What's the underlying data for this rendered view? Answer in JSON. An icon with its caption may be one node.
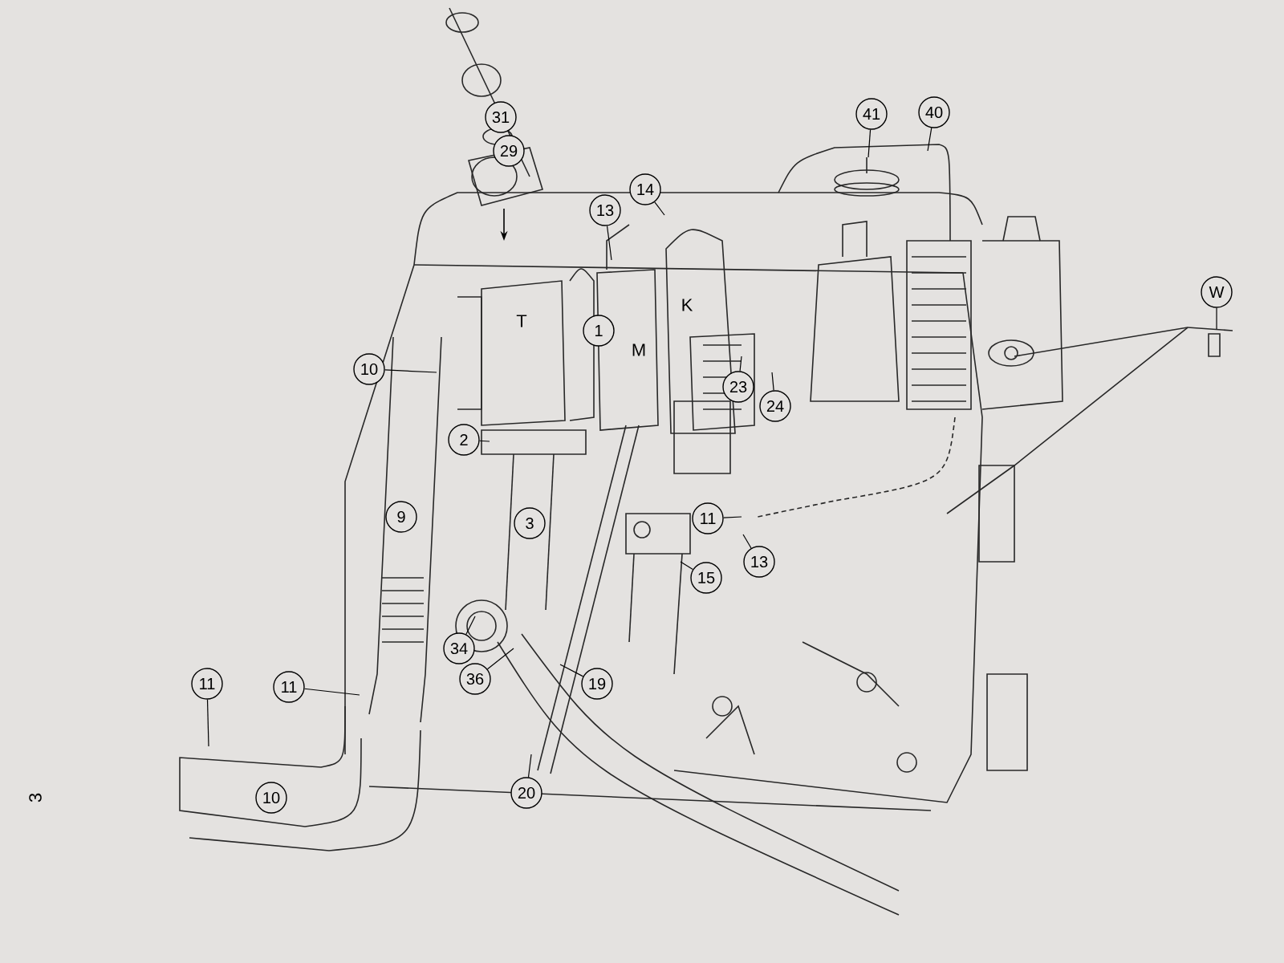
{
  "diagram": {
    "nodes": [
      {
        "text": [
          "31"
        ]
      },
      {
        "text": [
          "29"
        ]
      },
      {
        "text": [
          "41"
        ]
      },
      {
        "text": [
          "40"
        ]
      },
      {
        "text": [
          "14"
        ]
      },
      {
        "text": [
          "13"
        ]
      },
      {
        "text": [
          "W"
        ]
      },
      {
        "text": [
          "1"
        ]
      },
      {
        "text": [
          "10"
        ]
      },
      {
        "text": [
          "23"
        ]
      },
      {
        "text": [
          "24"
        ]
      },
      {
        "text": [
          "2"
        ]
      },
      {
        "text": [
          "9"
        ]
      },
      {
        "text": [
          "11"
        ]
      },
      {
        "text": [
          "3"
        ]
      },
      {
        "text": [
          "15"
        ]
      },
      {
        "text": [
          "13"
        ]
      },
      {
        "text": [
          "34"
        ]
      },
      {
        "text": [
          "36"
        ]
      },
      {
        "text": [
          "19"
        ]
      },
      {
        "text": [
          "11"
        ]
      },
      {
        "text": [
          "11"
        ]
      },
      {
        "text": [
          "10"
        ]
      },
      {
        "text": [
          "20"
        ]
      }
    ],
    "edges": [
      {
        "from": 2,
        "to": null,
        "arrow": "none"
      },
      {
        "from": 3,
        "to": null,
        "arrow": "none"
      },
      {
        "from": 4,
        "to": null,
        "arrow": "none"
      },
      {
        "from": 5,
        "to": null,
        "arrow": "none"
      },
      {
        "from": 6,
        "to": null,
        "arrow": "none"
      },
      {
        "from": 8,
        "to": null,
        "arrow": "none"
      },
      {
        "from": 9,
        "to": null,
        "arrow": "none"
      },
      {
        "from": 10,
        "to": null,
        "arrow": "none"
      },
      {
        "from": 11,
        "to": null,
        "arrow": "none"
      },
      {
        "from": 13,
        "to": null,
        "arrow": "none"
      },
      {
        "from": 15,
        "to": null,
        "arrow": "none"
      },
      {
        "from": 16,
        "to": null,
        "arrow": "none"
      },
      {
        "from": 17,
        "to": null,
        "arrow": "none"
      },
      {
        "from": 18,
        "to": null,
        "arrow": "none"
      },
      {
        "from": 19,
        "to": null,
        "arrow": "none"
      },
      {
        "from": 20,
        "to": null,
        "arrow": "none"
      },
      {
        "from": 21,
        "to": null,
        "arrow": "none"
      },
      {
        "from": 23,
        "to": null,
        "arrow": "none"
      }
    ],
    "labels": [
      "T",
      "M",
      "K",
      "3"
    ]
  }
}
